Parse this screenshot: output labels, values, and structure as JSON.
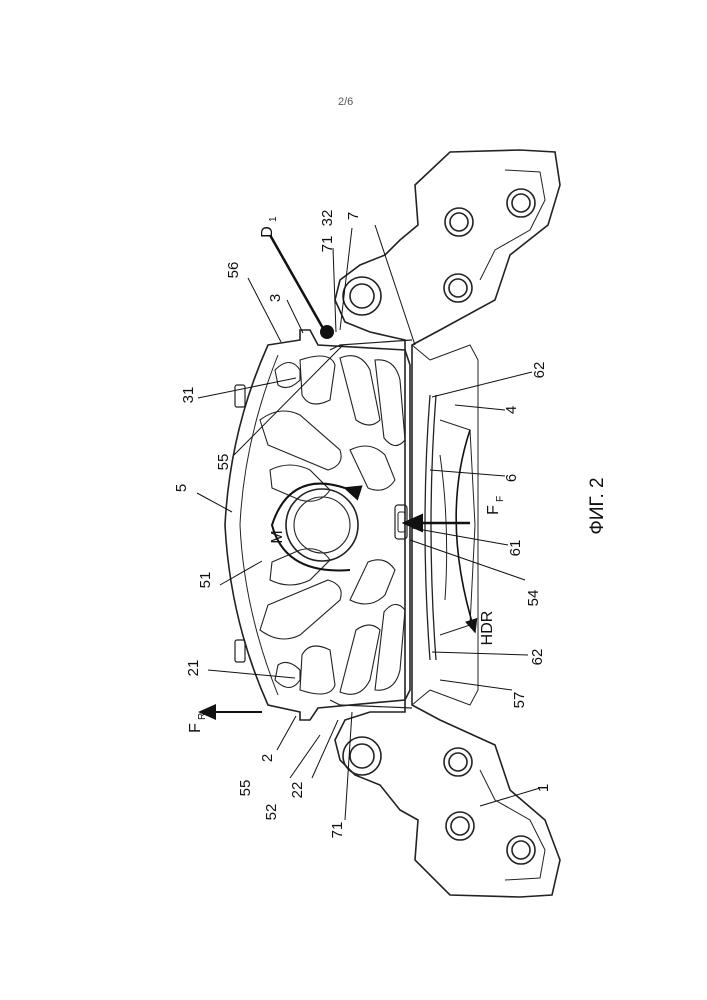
{
  "page_number": "2/6",
  "figure_caption": "ФИГ. 2",
  "labels": {
    "l56": "56",
    "l3": "3",
    "l31": "31",
    "l55a": "55",
    "l5": "5",
    "l51": "51",
    "l21": "21",
    "l55b": "55",
    "l2": "2",
    "l52": "52",
    "l22": "22",
    "l71a": "71",
    "l32": "32",
    "l7": "7",
    "l71b": "71",
    "l62a": "62",
    "l4": "4",
    "l6": "6",
    "l61": "61",
    "l54": "54",
    "l62b": "62",
    "l57": "57",
    "l1": "1",
    "D": "D",
    "D_sub": "1",
    "M": "M",
    "FR": "F",
    "FR_sub": "R",
    "FF": "F",
    "FF_sub": "F",
    "HDR": "HDR"
  }
}
